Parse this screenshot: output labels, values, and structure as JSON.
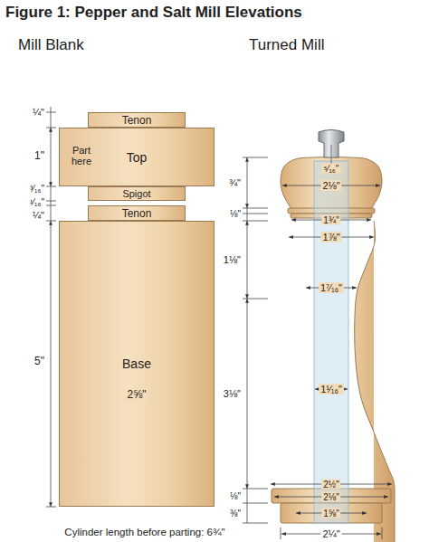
{
  "diagram": {
    "title": "Figure 1: Pepper and Salt Mill Elevations",
    "nodes": [
      {
        "text": [
          "Tenon"
        ]
      },
      {
        "text": [
          "Top"
        ]
      },
      {
        "text": [
          "Spigot"
        ]
      },
      {
        "text": [
          "Tenon"
        ]
      },
      {
        "text": [
          "Base"
        ]
      }
    ],
    "labels": [
      "Mill Blank",
      "Turned Mill",
      "¼\"",
      "1\"",
      "Part here",
      "³⁄₁₆\"",
      "¹⁄₁₆\"",
      "¼\"",
      "5\"",
      "2⅝\"",
      "Cylinder length before parting: 6¾\"",
      "⁵⁄₁₆\"",
      "¾\"",
      "2⅛\"",
      "⅛\"",
      "1¾\"",
      "1⅞\"",
      "1⅛\"",
      "1⁷⁄₁₆\"",
      "3⅛\"",
      "1¹⁄₁₆\"",
      "⅛\"",
      "2½\"",
      "2⅛\"",
      "⅜\"",
      "1⅝\"",
      "2¼\""
    ]
  }
}
